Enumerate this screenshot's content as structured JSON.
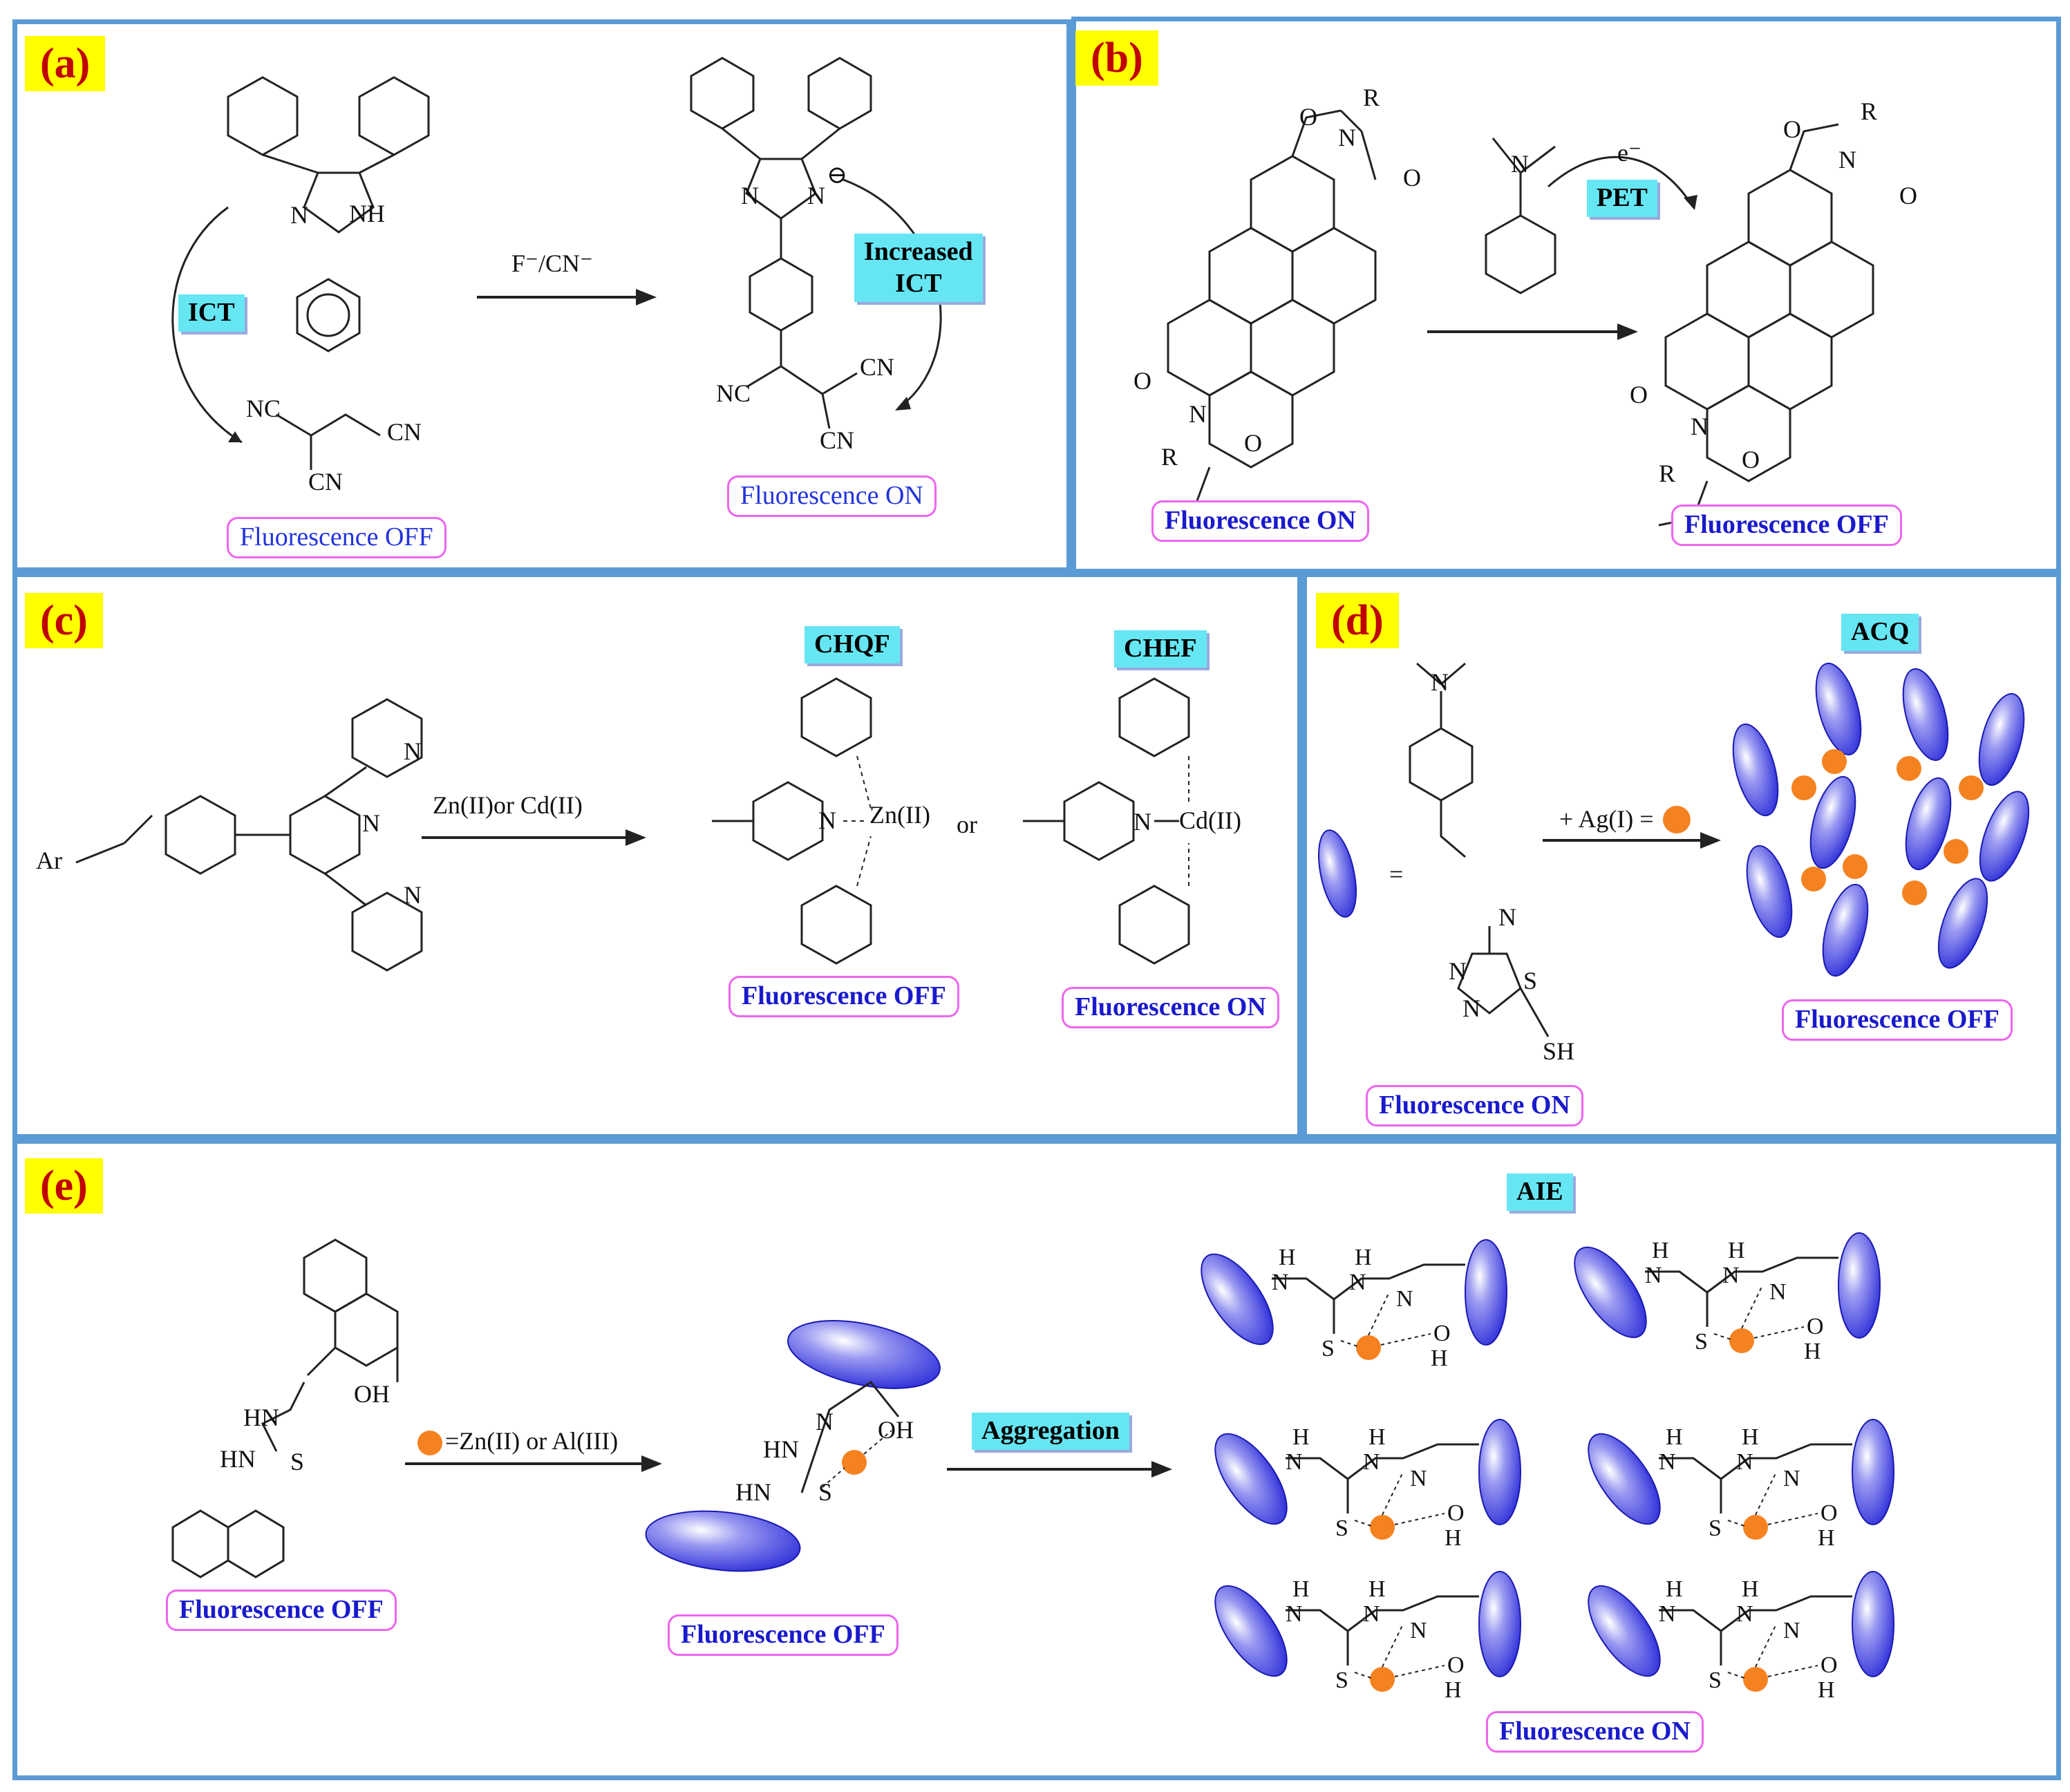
{
  "panels": {
    "a": {
      "label": "(a)",
      "ict_tag": "ICT",
      "reagent": "F⁻/CN⁻",
      "increased_ict_line1": "Increased",
      "increased_ict_line2": "ICT",
      "left_state": "Fluorescence OFF",
      "right_state": "Fluorescence ON",
      "atoms": {
        "n": "N",
        "nh": "NH",
        "nc": "NC",
        "cn": "CN",
        "minus": "⊖"
      }
    },
    "b": {
      "label": "(b)",
      "pet_tag": "PET",
      "electron": "e⁻",
      "left_state": "Fluorescence ON",
      "right_state": "Fluorescence OFF",
      "atoms": {
        "o": "O",
        "n": "N",
        "r": "R"
      }
    },
    "c": {
      "label": "(c)",
      "reagent": "Zn(II)or Cd(II)",
      "chqf_tag": "CHQF",
      "chef_tag": "CHEF",
      "or": "or",
      "zn": "Zn(II)",
      "cd": "Cd(II)",
      "ar": "Ar",
      "n": "N",
      "left_state": "Fluorescence OFF",
      "right_state": "Fluorescence ON"
    },
    "d": {
      "label": "(d)",
      "acq_tag": "ACQ",
      "equals": "=",
      "reagent": "+ Ag(I) =",
      "n": "N",
      "s": "S",
      "sh": "SH",
      "left_state": "Fluorescence ON",
      "right_state": "Fluorescence OFF"
    },
    "e": {
      "label": "(e)",
      "aie_tag": "AIE",
      "reagent": "=Zn(II) or Al(III)",
      "aggregation_tag": "Aggregation",
      "oh": "OH",
      "hn": "HN",
      "s": "S",
      "n": "N",
      "h": "H",
      "o": "O",
      "left_state": "Fluorescence OFF",
      "middle_state": "Fluorescence OFF",
      "right_state": "Fluorescence ON"
    }
  },
  "colors": {
    "panel_border": "#5b9bd5",
    "label_bg": "#ffff00",
    "label_text": "#c00000",
    "tag_bg": "#66e6f2",
    "ellipse": "#2a2ad8",
    "dot": "#f58220"
  }
}
